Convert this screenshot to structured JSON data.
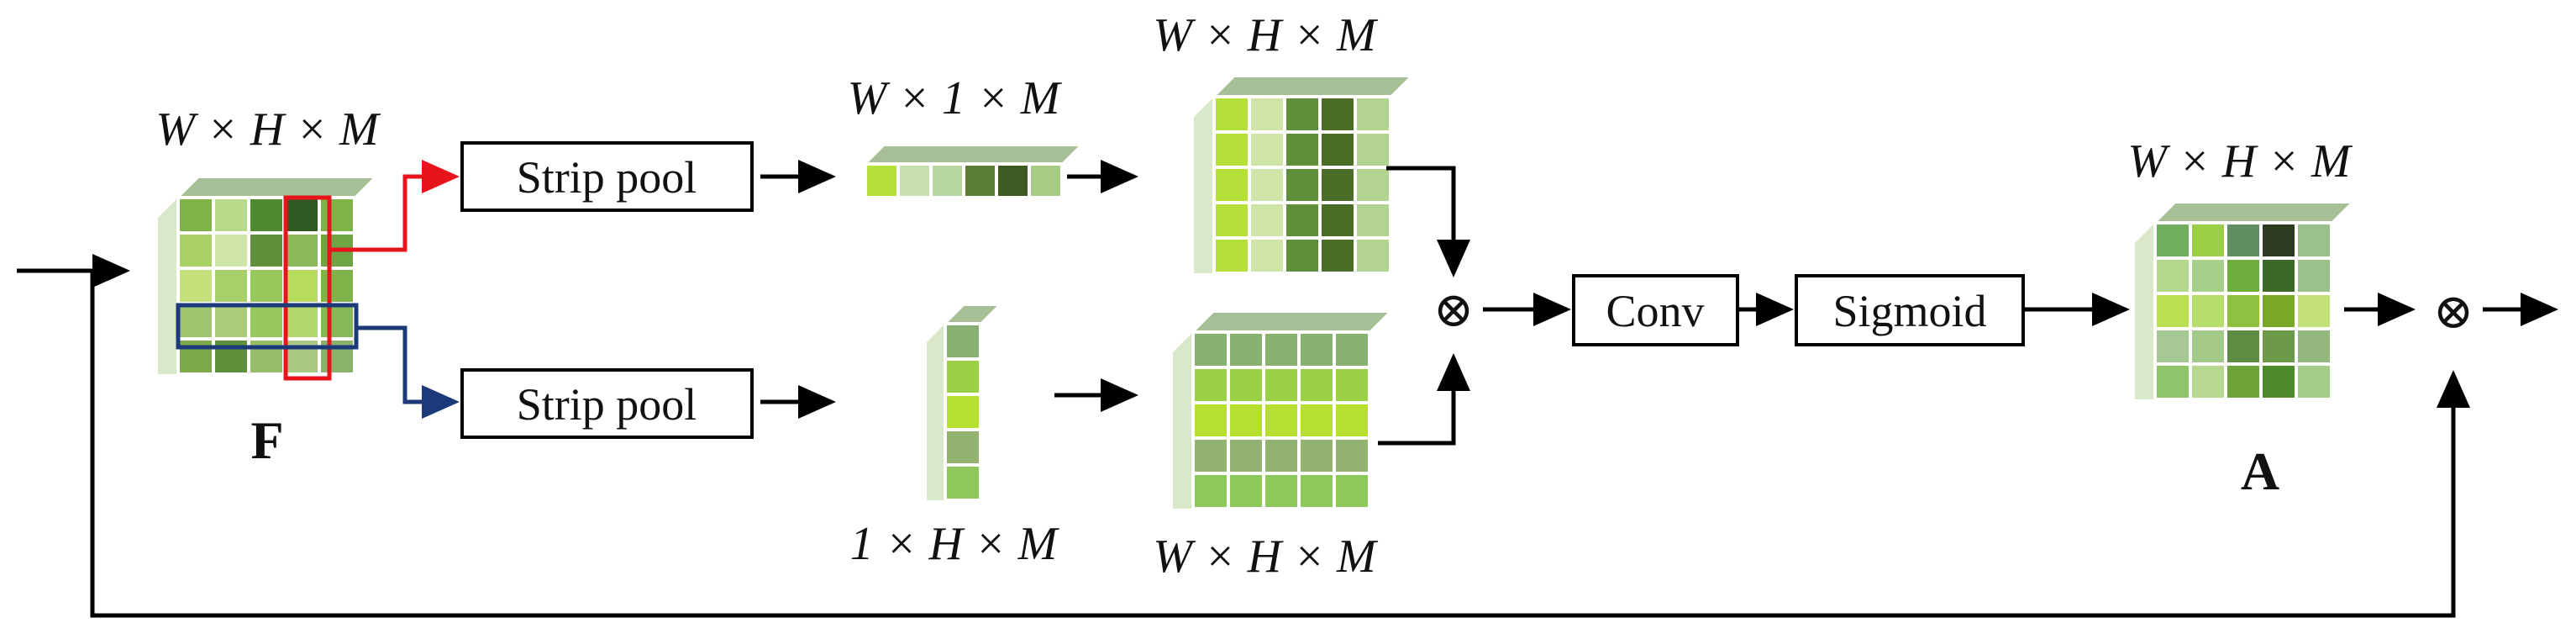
{
  "labels": {
    "f_dim": "W × H × M",
    "row_pool_dim": "W × 1 × M",
    "col_pool_dim": "1 × H × M",
    "row_expand_dim": "W × H × M",
    "col_expand_dim": "W × H × M",
    "a_dim": "W × H × M",
    "f_name": "F",
    "a_name": "A",
    "strip_pool_top": "Strip pool",
    "strip_pool_bottom": "Strip pool",
    "conv": "Conv",
    "sigmoid": "Sigmoid",
    "mult_symbol_1": "⊗",
    "mult_symbol_2": "⊗"
  },
  "colors": {
    "row_highlight": "#e8141b",
    "col_highlight": "#1c3a7a",
    "arrow": "#000000",
    "cube_top": "#a7bf96",
    "cube_side": "#d9e8c9"
  },
  "tensors": {
    "F": [
      [
        "#7fb348",
        "#b9d98a",
        "#4f8a2e",
        "#2f5a22",
        "#7fb348"
      ],
      [
        "#a9d164",
        "#cfe5a8",
        "#5f8f3a",
        "#8ab85a",
        "#6ea443"
      ],
      [
        "#c4e078",
        "#a8d06a",
        "#98c85a",
        "#b8dc5e",
        "#7db348"
      ],
      [
        "#9ec46e",
        "#aacd7a",
        "#96c85e",
        "#b2d66a",
        "#86b956"
      ],
      [
        "#7da948",
        "#5f8f3a",
        "#98bd6a",
        "#aac884",
        "#8bb26a"
      ]
    ],
    "row_strip": [
      "#b5e03a",
      "#c7dfb0",
      "#b7d8a0",
      "#5a7f34",
      "#3e5a22",
      "#a6cc86"
    ],
    "row_expanded": [
      [
        "#b5e03a",
        "#cfe5a8",
        "#5f8f3a",
        "#4a6e28",
        "#b2d490"
      ],
      [
        "#b5e03a",
        "#cfe5a8",
        "#5f8f3a",
        "#4a6e28",
        "#b2d490"
      ],
      [
        "#b5e03a",
        "#cfe5a8",
        "#5f8f3a",
        "#4a6e28",
        "#b2d490"
      ],
      [
        "#b5e03a",
        "#cfe5a8",
        "#5f8f3a",
        "#4a6e28",
        "#b2d490"
      ],
      [
        "#b5e03a",
        "#cfe5a8",
        "#5f8f3a",
        "#4a6e28",
        "#b2d490"
      ]
    ],
    "col_strip": [
      "#88b070",
      "#9bd046",
      "#b6e030",
      "#93b270",
      "#8cc85a"
    ],
    "col_expanded": [
      [
        "#88b070",
        "#88b070",
        "#88b070",
        "#88b070",
        "#88b070"
      ],
      [
        "#9bd046",
        "#9bd046",
        "#9bd046",
        "#9bd046",
        "#9bd046"
      ],
      [
        "#b6e030",
        "#b6e030",
        "#b6e030",
        "#b6e030",
        "#b6e030"
      ],
      [
        "#93b270",
        "#93b270",
        "#93b270",
        "#93b270",
        "#93b270"
      ],
      [
        "#8cc85a",
        "#8cc85a",
        "#8cc85a",
        "#8cc85a",
        "#8cc85a"
      ]
    ],
    "A": [
      [
        "#6fae5e",
        "#9bd046",
        "#5f8f62",
        "#2c3b22",
        "#9cc08a"
      ],
      [
        "#b2d88a",
        "#a6cf8a",
        "#6fae3c",
        "#3c6a26",
        "#9cc08a"
      ],
      [
        "#b8e050",
        "#b6dc6a",
        "#8fc040",
        "#79a826",
        "#c4e078"
      ],
      [
        "#a6c994",
        "#a4c986",
        "#5d8c42",
        "#6c9a48",
        "#94b880"
      ],
      [
        "#8ec46a",
        "#b8d890",
        "#6ea43a",
        "#4e8a2a",
        "#a4cc86"
      ]
    ]
  }
}
